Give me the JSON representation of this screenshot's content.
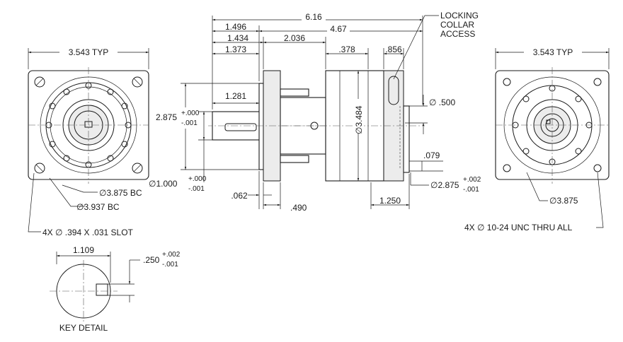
{
  "drawing": {
    "left_view": {
      "width_dim": "3.543 TYP",
      "bc_small": "3.875 BC",
      "bc_large": "3.937 BC",
      "slot_note": "4X ∅ .394 X .031 SLOT"
    },
    "side_view": {
      "overall": "6.16",
      "d1496": "1.496",
      "d467": "4.67",
      "d1434": "1.434",
      "d2036": "2.036",
      "d1373": "1.373",
      "d378": ".378",
      "d856": ".856",
      "d1281": "1.281",
      "d3484": "∅3.484",
      "shaft_pilot_main": "2.875",
      "shaft_pilot_tol_up": "+.000",
      "shaft_pilot_tol_dn": "-.001",
      "shaft_dia_main": "∅1.000",
      "shaft_dia_tol_up": "+.000",
      "shaft_dia_tol_dn": "-.001",
      "d062": ".062",
      "d490": ".490",
      "d1250": "1.250",
      "d500": "∅ .500",
      "d079": ".079",
      "out_pilot_main": "∅2.875",
      "out_pilot_tol_up": "+.002",
      "out_pilot_tol_dn": "-.001",
      "locking_note": [
        "LOCKING",
        "COLLAR",
        "ACCESS"
      ]
    },
    "right_view": {
      "width_dim": "3.543 TYP",
      "bc": "∅3.875",
      "hole_note": "4X ∅  10-24 UNC  THRU ALL"
    },
    "key_detail": {
      "width_dim": "1.109",
      "key_main": ".250",
      "key_tol_up": "+.002",
      "key_tol_dn": "-.001",
      "label": "KEY DETAIL"
    }
  }
}
